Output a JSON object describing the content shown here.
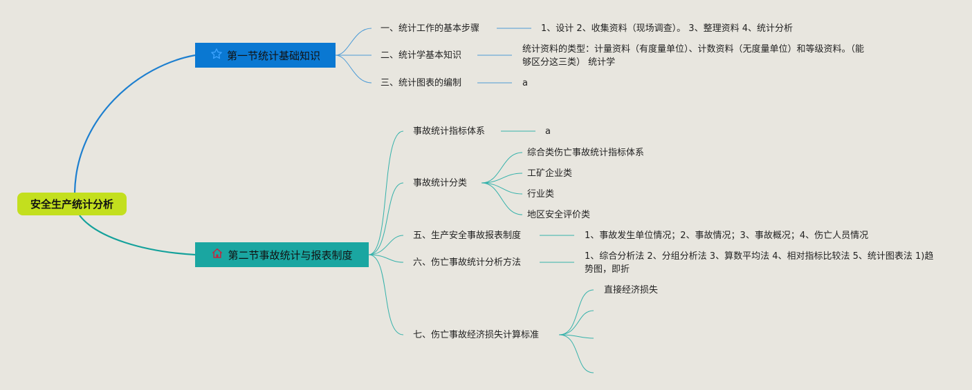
{
  "root": "安全生产统计分析",
  "sec1": {
    "title": "第一节统计基础知识",
    "icon": "star-icon",
    "items": [
      {
        "label": "一、统计工作的基本步骤",
        "detail": "1、设计 2、收集资料（现场调查）。 3、整理资料 4、统计分析"
      },
      {
        "label": "二、统计学基本知识",
        "detail": "统计资料的类型：计量资料（有度量单位）、计数资料（无度量单位）和等级资料。（能够区分这三类） 统计学"
      },
      {
        "label": "三、统计图表的编制",
        "detail": "a"
      }
    ]
  },
  "sec2": {
    "title": "第二节事故统计与报表制度",
    "icon": "home-icon",
    "item1": {
      "label": "事故统计指标体系",
      "detail": "a"
    },
    "item2": {
      "label": "事故统计分类",
      "children": [
        "综合类伤亡事故统计指标体系",
        "工矿企业类",
        "行业类",
        "地区安全评价类"
      ]
    },
    "item3": {
      "label": "五、生产安全事故报表制度",
      "detail": "1、事故发生单位情况；2、事故情况；3、事故概况；4、伤亡人员情况"
    },
    "item4": {
      "label": "六、伤亡事故统计分析方法",
      "detail": "1、综合分析法 2、分组分析法 3、算数平均法 4、相对指标比较法 5、统计图表法 1)趋势图，即折"
    },
    "item5": {
      "label": "七、伤亡事故经济损失计算标准",
      "children": [
        "直接经济损失",
        "",
        "",
        ""
      ]
    }
  },
  "colors": {
    "background": "#e8e6df",
    "root": "#c3df1e",
    "sec1": "#0a78d2",
    "sec2": "#1aa6a1",
    "line1": "#4c9bd6",
    "line2": "#33b1aa"
  }
}
